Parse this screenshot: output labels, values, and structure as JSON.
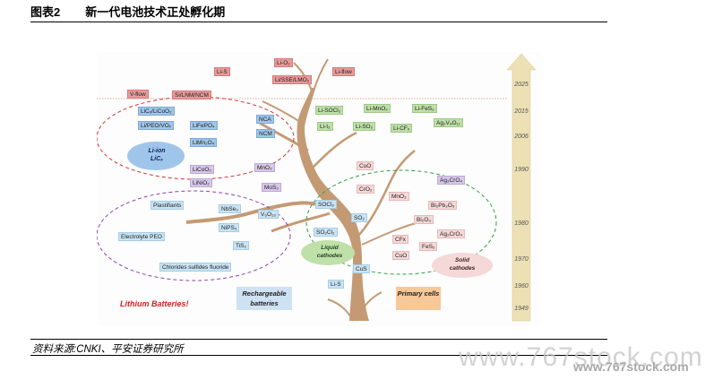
{
  "figure": {
    "number": "图表2",
    "title": "新一代电池技术正处孵化期",
    "source": "资料来源:CNKI、平安证券研究所"
  },
  "watermark": {
    "big": "www.767stock.com",
    "small": "www.767stock.com"
  },
  "diagram": {
    "years": [
      "2025",
      "2015",
      "2006",
      "1990",
      "1980",
      "1970",
      "1960",
      "1949"
    ],
    "future": {
      "li_o2": "Li-O₂",
      "li_s": "Li-S",
      "li_sse": "Li/SSE/LMO₂",
      "li_flow": "Li-flow",
      "v_flow": "V-flow",
      "si_lnm": "Si/LNM/NCM"
    },
    "liion": {
      "lic_licoo2": "LiCₓ/LiCoO₂",
      "lipeo": "Li/PEO/VOₓ",
      "lifepo4": "LiFePO₄",
      "nca": "NCA",
      "ncm": "NCM",
      "limn2o4": "LiMn₂O₄",
      "cluster": "Li-ion LiCₓ"
    },
    "mid": {
      "licoo2": "LiCoO₂",
      "linio2": "LiNiO₂",
      "mno2": "MnO₂",
      "mos2": "MoS₂"
    },
    "solidpoly": {
      "plastifiants": "Plastifiants",
      "nbse3": "NbSe₃",
      "v6o13": "V₆O₁₃",
      "electrolyte_peo": "Electrolyte PEO",
      "nips3": "NiPS₃",
      "tis2": "TiS₂",
      "chlorides": "Chlorides sulfides fluoride"
    },
    "green": {
      "li_socl2": "Li-SOCl₂",
      "li_mno2": "Li-MnO₂",
      "li_fes2": "Li-FeS₂",
      "li_i2": "Li-I₂",
      "li_so2": "Li-SO₂",
      "li_cfx": "Li-CFₓ",
      "ag2v4o11": "Ag₂V₄O₁₁"
    },
    "primary": {
      "cuo_top": "CuO",
      "cro2": "CrO₂",
      "mno2": "MnO₂",
      "ag2cro4_top": "Ag₂CrO₄",
      "socl2": "SOCl₂",
      "so2": "SO₂",
      "bi2pb2o5": "Bi₂Pb₂O₅",
      "bi2o3": "Bi₂O₃",
      "so2cl2": "SO₂Cl₂",
      "cfx": "CFx",
      "ag2cro4": "Ag₂CrO₄",
      "fes2": "FeS₂",
      "cuo": "CuO",
      "cus": "CuS",
      "li_s_bottom": "Li-S"
    },
    "labels": {
      "liquid": "Liquid cathodes",
      "solid": "Solid cathodes",
      "lithium": "Lithium Batteries!",
      "rechargeable": "Rechargeable batteries",
      "primary": "Primary cells"
    },
    "colors": {
      "trunk": "#c49a74",
      "arrow": "#e8d8a8",
      "red_dash": "#d83030",
      "purple_dash": "#9040b0",
      "green_dash": "#30a040",
      "lithium_label": "#d82020"
    }
  }
}
